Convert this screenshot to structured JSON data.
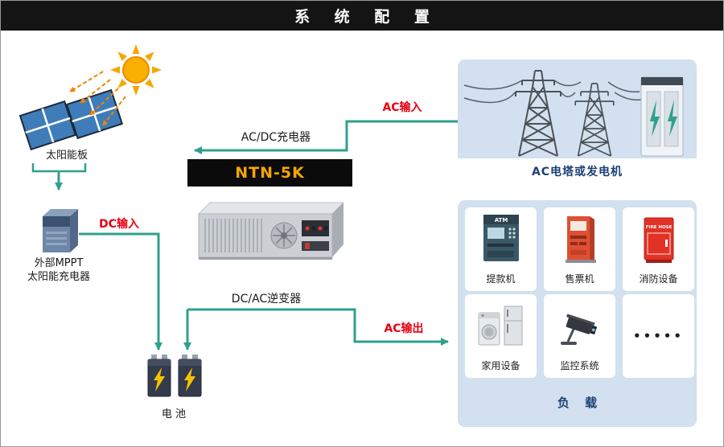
{
  "header": {
    "title": "系 统 配 置"
  },
  "product": {
    "model": "NTN-5K"
  },
  "solar": {
    "panel_label": "太阳能板",
    "mppt_label_line1": "外部MPPT",
    "mppt_label_line2": "太阳能充电器",
    "battery_label": "电 池"
  },
  "flows": {
    "ac_input": "AC输入",
    "acdc_charger": "AC/DC充电器",
    "dc_input": "DC输入",
    "dcac_inverter": "DC/AC逆变器",
    "ac_output": "AC输出"
  },
  "ac_source": {
    "label": "AC电塔或发电机"
  },
  "loads": {
    "title": "负 载",
    "items": [
      {
        "label": "提款机",
        "icon": "atm-icon",
        "sign_text": "ATM"
      },
      {
        "label": "售票机",
        "icon": "ticket-machine-icon"
      },
      {
        "label": "消防设备",
        "icon": "fire-hose-cabinet-icon",
        "sign_text": "FIRE HOSE"
      },
      {
        "label": "家用设备",
        "icon": "home-appliances-icon"
      },
      {
        "label": "监控系统",
        "icon": "cctv-camera-icon"
      },
      {
        "label": "•••••",
        "icon": "more-loads-dots"
      }
    ]
  },
  "colors": {
    "arrow_teal": "#2fa08b",
    "accent_red": "#e60012",
    "panel_blue": "#d2e0ef",
    "label_navy": "#1c3f75",
    "model_yellow": "#f7a600"
  }
}
